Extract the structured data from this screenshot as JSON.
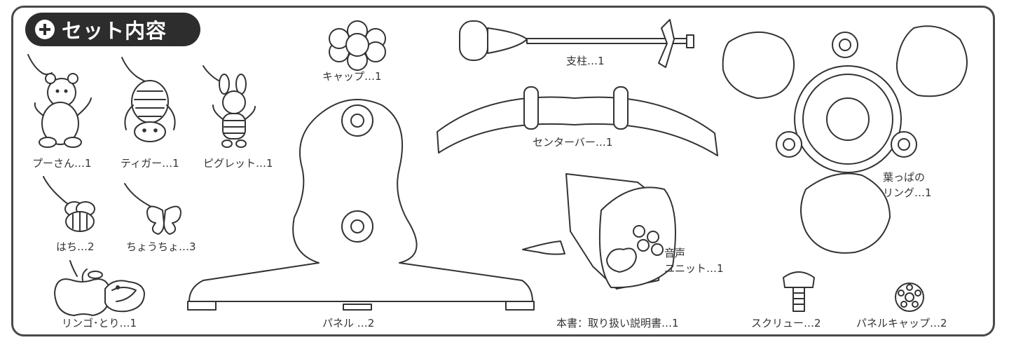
{
  "header": {
    "title": "セット内容"
  },
  "parts": [
    {
      "id": "pooh",
      "label": "プーさん…1"
    },
    {
      "id": "tigger",
      "label": "ティガー…1"
    },
    {
      "id": "piglet",
      "label": "ピグレット…1"
    },
    {
      "id": "bee",
      "label": "はち…2"
    },
    {
      "id": "butterfly",
      "label": "ちょうちょ…3"
    },
    {
      "id": "apple-bird",
      "label": "リンゴ･とり…1"
    },
    {
      "id": "cap",
      "label": "キャップ…1"
    },
    {
      "id": "panel",
      "label": "パネル …2"
    },
    {
      "id": "pole",
      "label": "支柱…1"
    },
    {
      "id": "centerbar",
      "label": "センターバー…1"
    },
    {
      "id": "sound-unit-1",
      "label": "音声"
    },
    {
      "id": "sound-unit-2",
      "label": "ユニット…1"
    },
    {
      "id": "manual",
      "label": "本書：取り扱い説明書…1"
    },
    {
      "id": "leaf-ring-1",
      "label": "葉っぱの"
    },
    {
      "id": "leaf-ring-2",
      "label": "リング…1"
    },
    {
      "id": "screw",
      "label": "スクリュー…2"
    },
    {
      "id": "panel-cap",
      "label": "パネルキャップ…2"
    }
  ]
}
